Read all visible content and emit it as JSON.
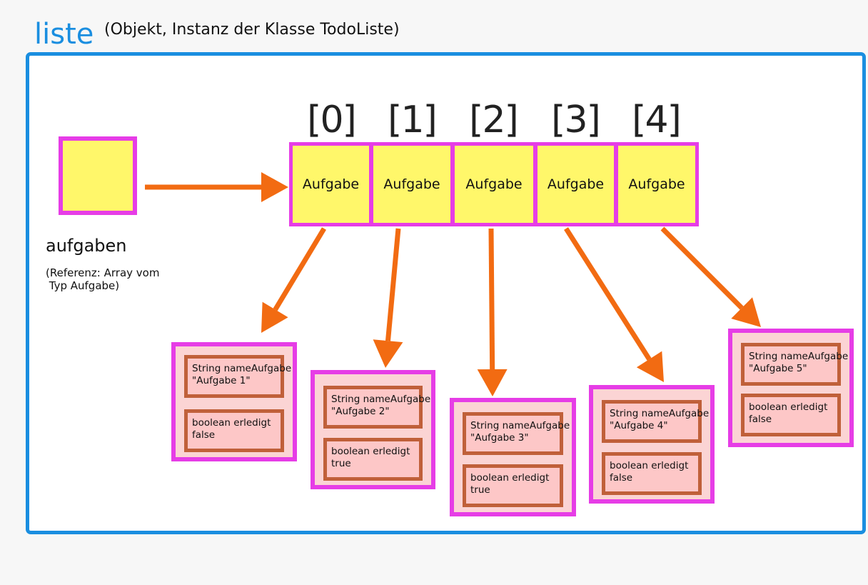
{
  "title": "liste",
  "subtitle": "(Objekt, Instanz der Klasse TodoListe)",
  "reference": {
    "name": "aufgaben",
    "description_line1": "(Referenz: Array vom",
    "description_line2": " Typ Aufgabe)"
  },
  "array": {
    "indices": [
      "[0]",
      "[1]",
      "[2]",
      "[3]",
      "[4]"
    ],
    "cells": [
      "Aufgabe",
      "Aufgabe",
      "Aufgabe",
      "Aufgabe",
      "Aufgabe"
    ]
  },
  "objects": [
    {
      "name_field": "String nameAufgabe",
      "name_value": "\"Aufgabe 1\"",
      "done_field": "boolean erledigt",
      "done_value": "false"
    },
    {
      "name_field": "String nameAufgabe",
      "name_value": "\"Aufgabe 2\"",
      "done_field": "boolean erledigt",
      "done_value": "true"
    },
    {
      "name_field": "String nameAufgabe",
      "name_value": "\"Aufgabe 3\"",
      "done_field": "boolean erledigt",
      "done_value": "true"
    },
    {
      "name_field": "String nameAufgabe",
      "name_value": "\"Aufgabe 4\"",
      "done_field": "boolean erledigt",
      "done_value": "false"
    },
    {
      "name_field": "String nameAufgabe",
      "name_value": "\"Aufgabe 5\"",
      "done_field": "boolean erledigt",
      "done_value": "false"
    }
  ],
  "colors": {
    "frame": "#1a8ee0",
    "cell_fill": "#fff76a",
    "cell_border": "#e63de6",
    "object_fill": "#fbd4d4",
    "field_border": "#c0603a",
    "arrow": "#f26b12"
  }
}
